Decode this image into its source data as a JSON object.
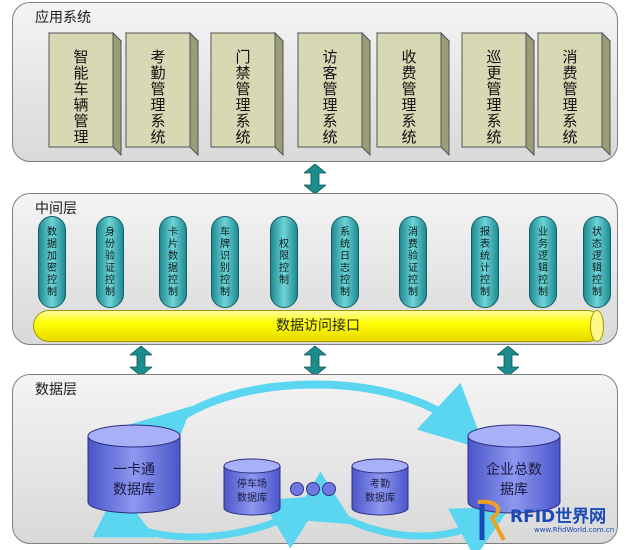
{
  "app_layer": {
    "title": "应用系统",
    "systems": [
      "智能车辆管理",
      "考勤管理系统",
      "门禁管理系统",
      "访客管理系统",
      "收费管理系统",
      "巡更管理系统",
      "消费管理系统"
    ]
  },
  "middle_layer": {
    "title": "中间层",
    "modules": [
      [
        "数",
        "据",
        "加",
        "密",
        "控",
        "制"
      ],
      [
        "身",
        "份",
        "验",
        "证",
        "控",
        "制"
      ],
      [
        "卡",
        "片",
        "数",
        "据",
        "控",
        "制"
      ],
      [
        "车",
        "牌",
        "识",
        "别",
        "控",
        "制"
      ],
      [
        "权",
        "限",
        "控",
        "制"
      ],
      [
        "系",
        "统",
        "日",
        "志",
        "控",
        "制"
      ],
      [
        "消",
        "费",
        "验",
        "证",
        "控",
        "制"
      ],
      [
        "报",
        "表",
        "统",
        "计",
        "控",
        "制"
      ],
      [
        "业",
        "务",
        "逻",
        "辑",
        "控",
        "制"
      ],
      [
        "状",
        "态",
        "逻",
        "辑",
        "控",
        "制"
      ]
    ],
    "interface": "数据访问接口"
  },
  "data_layer": {
    "title": "数据层",
    "databases": {
      "card": [
        "一卡通",
        "数据库"
      ],
      "parking": [
        "停车场",
        "数据库"
      ],
      "attendance": [
        "考勤",
        "数据库"
      ],
      "enterprise": [
        "企业总数",
        "据库"
      ]
    }
  },
  "watermark": {
    "text": "RFID世界网",
    "sub": "www.RfidWorld.com.cn"
  },
  "colors": {
    "box_face": "#d7d9b4",
    "box_side": "#9a9c7a",
    "pill": "#3fb4ba",
    "pipe": "#ffff00",
    "arrow": "#1d8c8c",
    "cylinder": "#6e7ae6",
    "curve_arrow": "#5ad6f0"
  }
}
